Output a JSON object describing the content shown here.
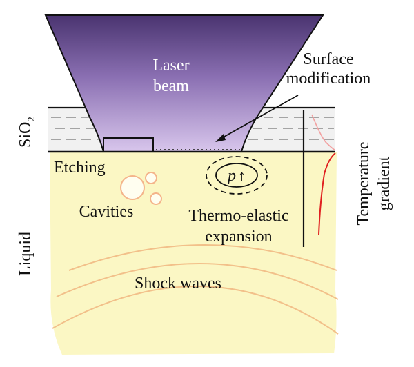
{
  "diagram": {
    "beam_label": [
      "Laser",
      "beam"
    ],
    "surface_label": [
      "Surface",
      "modification"
    ],
    "oxide_label": "SiO",
    "oxide_subscript": "2",
    "liquid_label": "Liquid",
    "etching_label": "Etching",
    "cavities_label": "Cavities",
    "pressure_symbol": "p",
    "pressure_arrow": "↑",
    "thermo_label": [
      "Thermo-elastic",
      "expansion"
    ],
    "temperature_label": [
      "Temperature",
      "gradient"
    ],
    "shock_label": "Shock waves"
  },
  "colors": {
    "liquid": "#fbf7c4",
    "oxide": "#f1f1f1",
    "beam_top": "#4a3470",
    "beam_bottom": "#d8c6ec",
    "cavity": "#f4b48a",
    "shock": "#f2c08a",
    "gradient_curve": "#e02020"
  }
}
